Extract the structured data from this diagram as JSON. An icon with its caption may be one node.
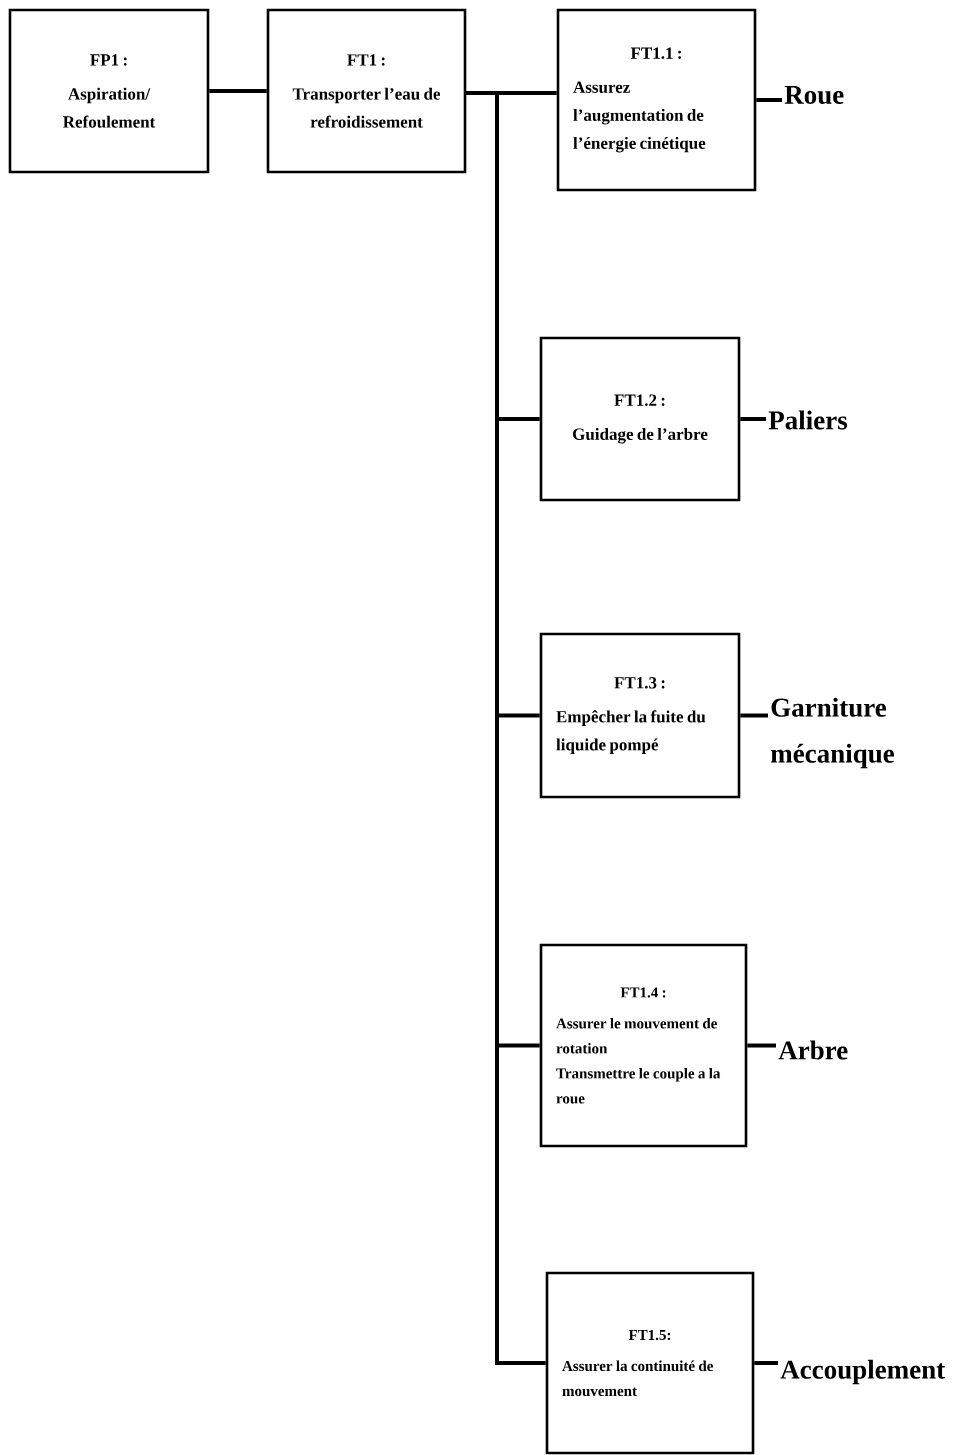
{
  "diagram": {
    "nodes": [
      {
        "text": [
          "FP1 :",
          "Aspiration/ Refoulement"
        ]
      },
      {
        "text": [
          "FT1 :",
          "Transporter l’eau de refroidissement"
        ]
      },
      {
        "text": [
          "FT1.1 :",
          "Assurez l’augmentation de l’énergie cinétique"
        ]
      },
      {
        "text": [
          "FT1.2 :",
          "Guidage de l’arbre"
        ]
      },
      {
        "text": [
          "FT1.3 :",
          "Empêcher la fuite du liquide pompé"
        ]
      },
      {
        "text": [
          "FT1.4 :",
          "Assurer le mouvement de rotation",
          "Transmettre le couple a la roue"
        ]
      },
      {
        "text": [
          "FT1.5:",
          "Assurer la continuité de mouvement"
        ]
      },
      {
        "text": [
          "Roue"
        ]
      },
      {
        "text": [
          "Paliers"
        ]
      },
      {
        "text": [
          "Garniture mécanique"
        ]
      },
      {
        "text": [
          "Arbre"
        ]
      },
      {
        "text": [
          "Accouplement"
        ]
      }
    ],
    "edges": [
      {
        "from": 0,
        "to": 1,
        "arrow": "none"
      },
      {
        "from": 1,
        "to": 2,
        "arrow": "none"
      },
      {
        "from": 1,
        "to": 3,
        "arrow": "none"
      },
      {
        "from": 1,
        "to": 4,
        "arrow": "none"
      },
      {
        "from": 1,
        "to": 5,
        "arrow": "none"
      },
      {
        "from": 1,
        "to": 6,
        "arrow": "none"
      },
      {
        "from": 2,
        "to": 7,
        "arrow": "none"
      },
      {
        "from": 3,
        "to": 8,
        "arrow": "none"
      },
      {
        "from": 4,
        "to": 9,
        "arrow": "none"
      },
      {
        "from": 5,
        "to": 10,
        "arrow": "none"
      },
      {
        "from": 6,
        "to": 11,
        "arrow": "none"
      }
    ]
  }
}
